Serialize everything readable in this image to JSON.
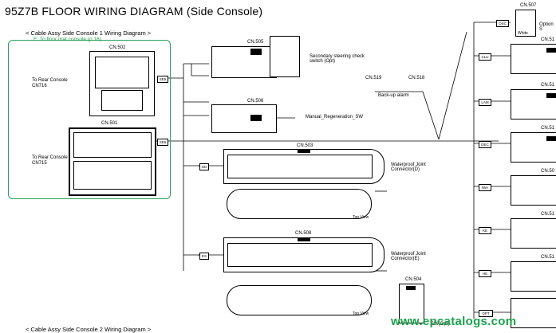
{
  "title": "95Z7B FLOOR WIRING DIAGRAM (Side Console)",
  "section1": "< Cable Assy Side Console 1 Wiring Diagram >",
  "section1_note": "E: To floor mat console (p.16)",
  "section2": "< Cable Assy Side Console 2 Wiring Diagram >",
  "left_labels": {
    "to_rear_1": "To Rear Console",
    "to_rear_1_id": "CN716",
    "to_rear_2": "To Rear Console",
    "to_rear_2_id": "CN715"
  },
  "connectors": {
    "cn502": "CN.502",
    "cn501": "CN.501",
    "cn505": "CN.505",
    "cn506": "CN.506",
    "cn503": "CN.503",
    "cn508": "CN.508",
    "cn504": "CN.504",
    "cn519": "CN.519",
    "cn518": "CN.518",
    "cn507": "CN.507",
    "cn51a": "CN.51",
    "cn51b": "CN.51",
    "cn51c": "CN.51",
    "cn50x": "CN.50",
    "cn51d": "CN.51",
    "cn51e": "CN.51"
  },
  "descriptions": {
    "steering_switch": "Secondary steering check switch (Opt)",
    "regen_sw": "Manual_Regeneration_SW",
    "backup_alarm": "Back-up alarm",
    "wp_d": "Waterproof Joint Connector(D)",
    "wp_e": "Waterproof Joint Connector(E)",
    "sw_opt": "SW(Opt)",
    "option": "Option S",
    "white": "White",
    "top_view_1": "Top View",
    "top_view_2": "Top View"
  },
  "bus_tags": [
    "CLU",
    "LAM",
    "DEC",
    "IWA",
    "KE",
    "HE",
    "OPT",
    "OSC"
  ],
  "left_tags": [
    "SE5",
    "SE6",
    "GD",
    "ES"
  ],
  "watermark": "www.epcatalogs.com"
}
